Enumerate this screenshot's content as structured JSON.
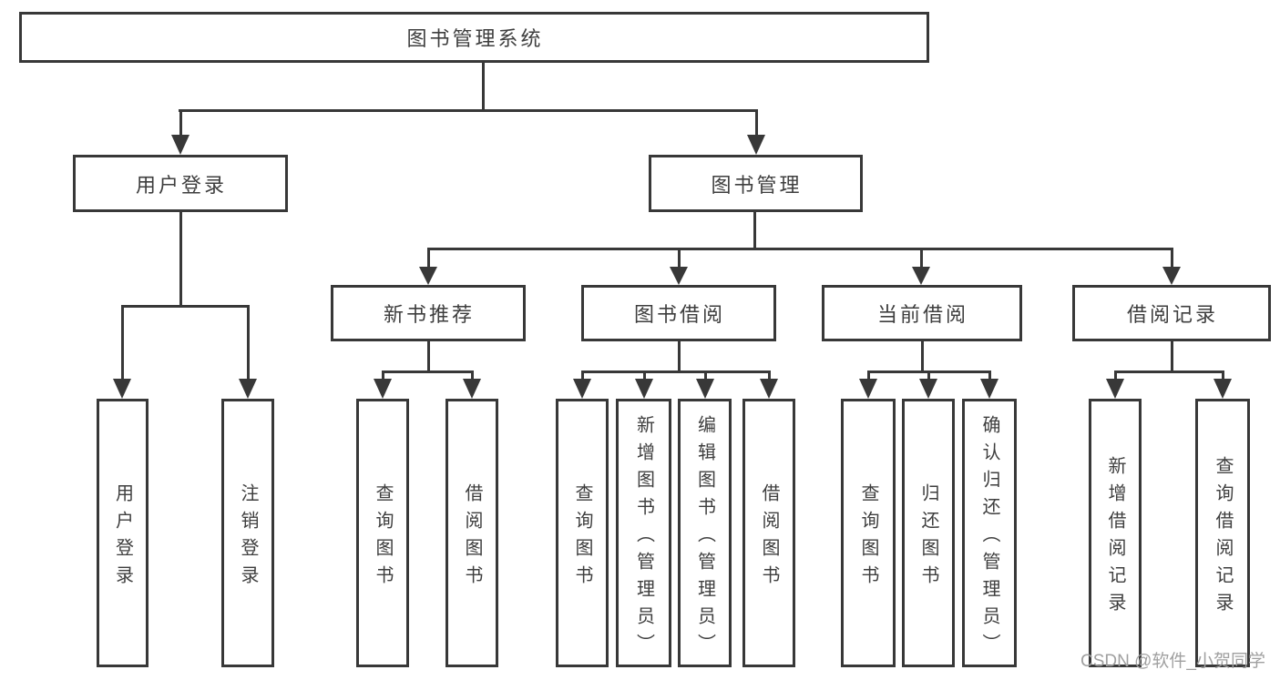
{
  "tree": {
    "label": "图书管理系统",
    "children": [
      {
        "label": "用户登录",
        "children": [
          {
            "label": "用户登录"
          },
          {
            "label": "注销登录"
          }
        ]
      },
      {
        "label": "图书管理",
        "children": [
          {
            "label": "新书推荐",
            "children": [
              {
                "label": "查询图书"
              },
              {
                "label": "借阅图书"
              }
            ]
          },
          {
            "label": "图书借阅",
            "children": [
              {
                "label": "查询图书"
              },
              {
                "label": "新增图书（管理员）"
              },
              {
                "label": "编辑图书（管理员）"
              },
              {
                "label": "借阅图书"
              }
            ]
          },
          {
            "label": "当前借阅",
            "children": [
              {
                "label": "查询图书"
              },
              {
                "label": "归还图书"
              },
              {
                "label": "确认归还（管理员）"
              }
            ]
          },
          {
            "label": "借阅记录",
            "children": [
              {
                "label": "新增借阅记录"
              },
              {
                "label": "查询借阅记录"
              }
            ]
          }
        ]
      }
    ]
  },
  "watermark": {
    "text": "CSDN @软件_小贺同学"
  },
  "colors": {
    "line": "#383838",
    "text": "#3e3e3e",
    "watermark": "#a0a0a0",
    "background": "#ffffff"
  }
}
